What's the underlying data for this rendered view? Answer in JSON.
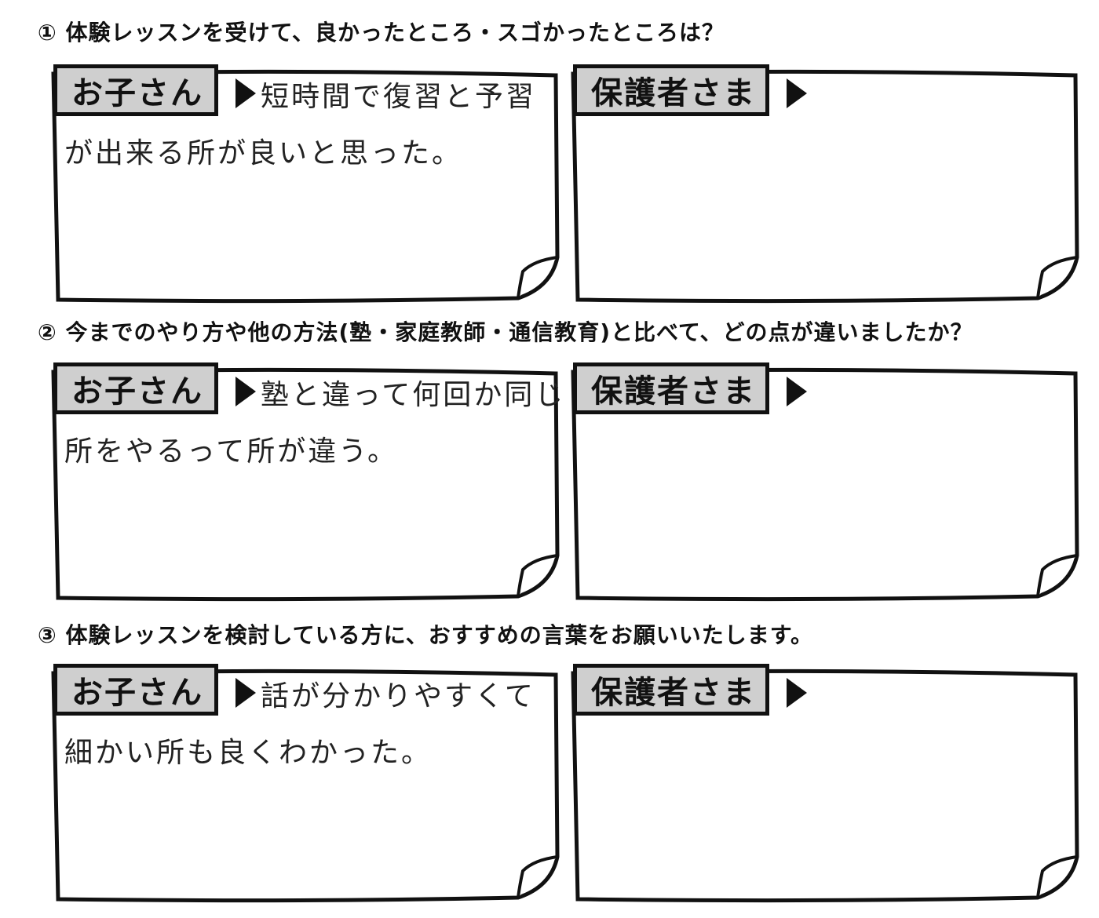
{
  "questions": [
    {
      "label": "① 体験レッスンを受けて、良かったところ・スゴかったところは？",
      "child_tab": "お子さん",
      "parent_tab": "保護者さま",
      "child_answer_line1": "短時間で復習と予習",
      "child_answer_line2": "が出来る所が良いと思った。",
      "parent_answer": ""
    },
    {
      "label": "② 今までのやり方や他の方法(塾・家庭教師・通信教育)と比べて、どの点が違いましたか？",
      "child_tab": "お子さん",
      "parent_tab": "保護者さま",
      "child_answer_line1": "塾と違って何回か同じ",
      "child_answer_line2": "所をやるって所が違う。",
      "parent_answer": ""
    },
    {
      "label": "③ 体験レッスンを検討している方に、おすすめの言葉をお願いいたします。",
      "child_tab": "お子さん",
      "parent_tab": "保護者さま",
      "child_answer_line1": "話が分かりやすくて",
      "child_answer_line2": "細かい所も良くわかった。",
      "parent_answer": ""
    }
  ]
}
